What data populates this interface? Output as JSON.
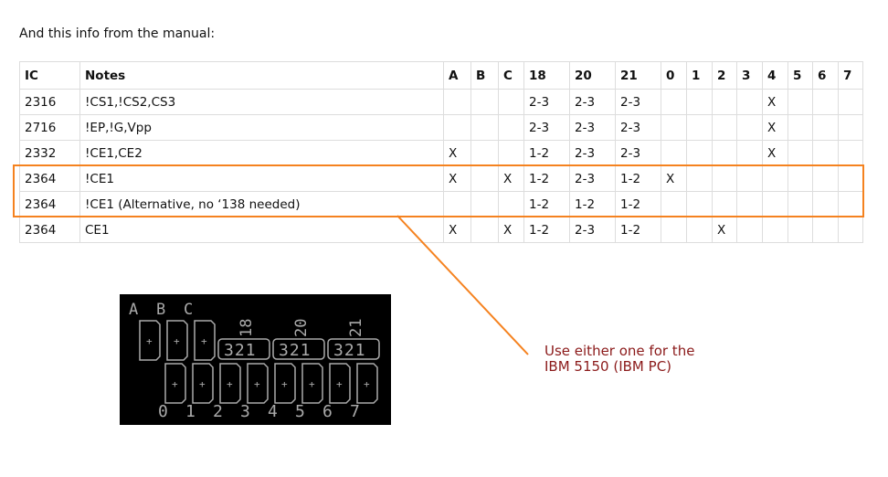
{
  "intro": "And this info from the manual:",
  "table": {
    "headers": [
      "IC",
      "Notes",
      "A",
      "B",
      "C",
      "18",
      "20",
      "21",
      "0",
      "1",
      "2",
      "3",
      "4",
      "5",
      "6",
      "7"
    ],
    "rows": [
      [
        "2316",
        "!CS1,!CS2,CS3",
        "",
        "",
        "",
        "2-3",
        "2-3",
        "2-3",
        "",
        "",
        "",
        "",
        "X",
        "",
        "",
        ""
      ],
      [
        "2716",
        "!EP,!G,Vpp",
        "",
        "",
        "",
        "2-3",
        "2-3",
        "2-3",
        "",
        "",
        "",
        "",
        "X",
        "",
        "",
        ""
      ],
      [
        "2332",
        "!CE1,CE2",
        "X",
        "",
        "",
        "1-2",
        "2-3",
        "2-3",
        "",
        "",
        "",
        "",
        "X",
        "",
        "",
        ""
      ],
      [
        "2364",
        "!CE1",
        "X",
        "",
        "X",
        "1-2",
        "2-3",
        "1-2",
        "X",
        "",
        "",
        "",
        "",
        "",
        "",
        ""
      ],
      [
        "2364",
        "!CE1 (Alternative, no ‘138 needed)",
        "",
        "",
        "",
        "1-2",
        "1-2",
        "1-2",
        "",
        "",
        "",
        "",
        "",
        "",
        "",
        ""
      ],
      [
        "2364",
        "CE1",
        "X",
        "",
        "X",
        "1-2",
        "2-3",
        "1-2",
        "",
        "",
        "X",
        "",
        "",
        "",
        "",
        ""
      ]
    ]
  },
  "callout": {
    "line1": "Use either one for the",
    "line2": "IBM 5150 (IBM PC)"
  },
  "diagram": {
    "top_labels": [
      "A",
      "B",
      "C"
    ],
    "jumper_labels": [
      "18",
      "20",
      "21"
    ],
    "jumper_pins": "321",
    "bottom_labels": [
      "0",
      "1",
      "2",
      "3",
      "4",
      "5",
      "6",
      "7"
    ],
    "plus": "+"
  },
  "colors": {
    "highlight": "#f5821f",
    "callout": "#8b1a1a"
  }
}
